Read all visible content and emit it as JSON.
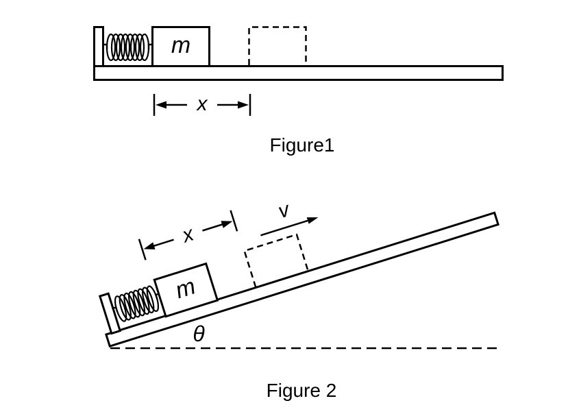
{
  "figure1": {
    "caption": "Figure1",
    "block_label": "m",
    "x_label": "x"
  },
  "figure2": {
    "caption": "Figure 2",
    "block_label": "m",
    "x_label": "x",
    "v_label": "v",
    "angle_label": "θ"
  },
  "colors": {
    "ink": "#000000",
    "background": "#ffffff"
  }
}
